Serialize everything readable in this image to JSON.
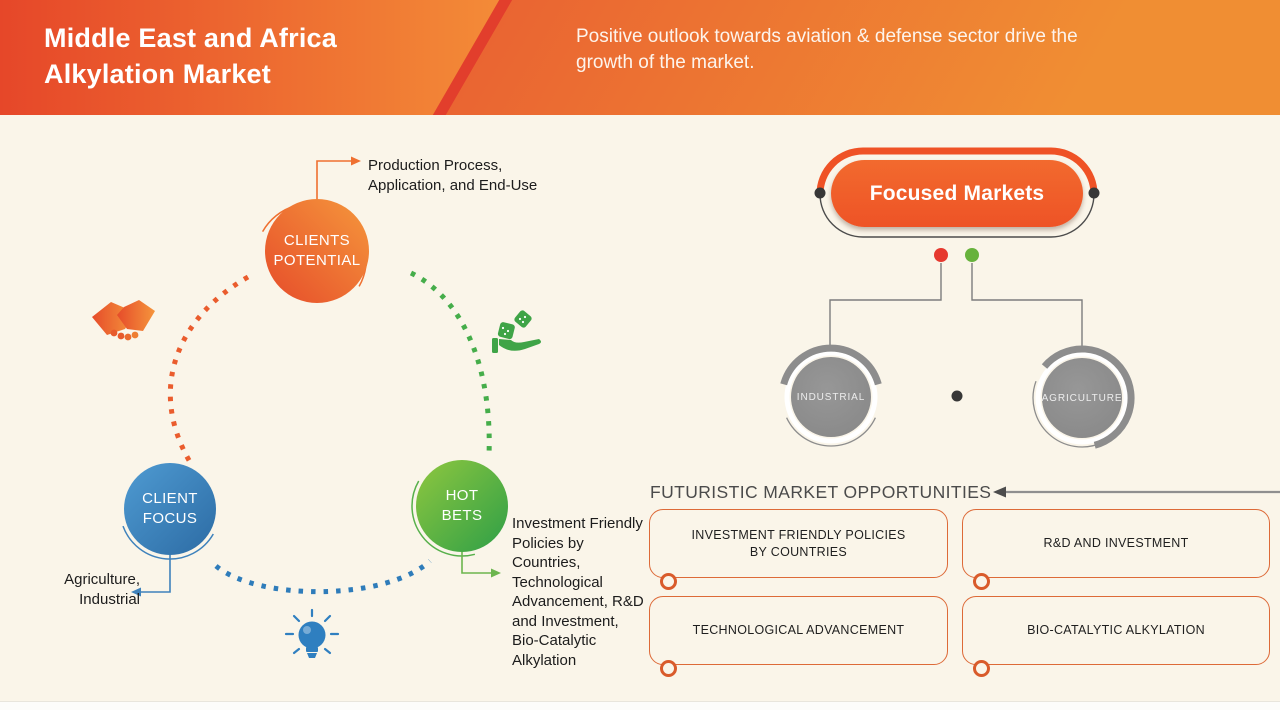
{
  "header": {
    "title": "Middle East and Africa\nAlkylation Market",
    "subtitle": "Positive outlook towards aviation & defense sector drive the\ngrowth of the market."
  },
  "segmentation_diagram": {
    "circles": [
      {
        "id": "clients-potential",
        "label": "CLIENTS\nPOTENTIAL",
        "color": "#ee6a2e",
        "annotation": "Production Process,\nApplication, and End-Use"
      },
      {
        "id": "client-focus",
        "label": "CLIENT\nFOCUS",
        "color": "#3e82bc",
        "annotation": "Agriculture,\nIndustrial"
      },
      {
        "id": "hot-bets",
        "label": "HOT\nBETS",
        "color": "#57b04b",
        "annotation": "Investment Friendly\nPolicies by\nCountries,\nTechnological\nAdvancement, R&D\nand Investment,\nBio-Catalytic\nAlkylation"
      }
    ],
    "icons": [
      {
        "name": "handshake-icon",
        "color": "#e75a2c"
      },
      {
        "name": "dice-hand-icon",
        "color": "#3fa447"
      },
      {
        "name": "lightbulb-icon",
        "color": "#2f7fc0"
      }
    ]
  },
  "focused_markets": {
    "title": "Focused Markets",
    "nodes": [
      {
        "label": "INDUSTRIAL",
        "marker_color": "#e6392f"
      },
      {
        "label": "AGRICULTURE",
        "marker_color": "#67b23c"
      }
    ]
  },
  "opportunities": {
    "heading": "FUTURISTIC MARKET OPPORTUNITIES",
    "boxes": [
      {
        "label": "INVESTMENT FRIENDLY POLICIES BY COUNTRIES"
      },
      {
        "label": "R&D AND INVESTMENT"
      },
      {
        "label": "TECHNOLOGICAL ADVANCEMENT"
      },
      {
        "label": "BIO-CATALYTIC ALKYLATION"
      }
    ]
  },
  "colors": {
    "background": "#faf5e9",
    "header_gradient_left": "#e64729",
    "header_gradient_right": "#f08e33",
    "header_stripe": "#e23e2c",
    "accent_orange": "#ee5326",
    "accent_blue": "#3e82bc",
    "accent_green": "#45ad4a",
    "node_gray": "#8d8d8d",
    "box_border": "#dd6a38"
  }
}
